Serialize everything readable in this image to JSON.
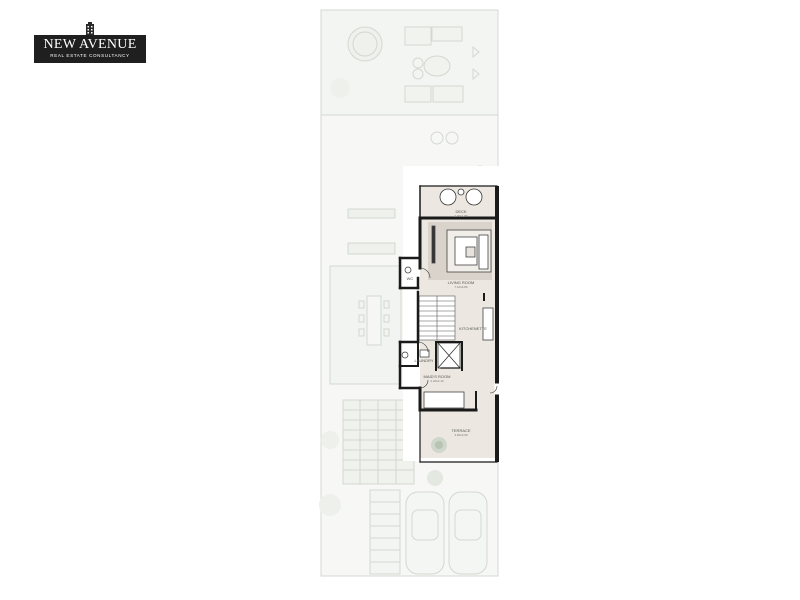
{
  "logo": {
    "title": "NEW AVENUE",
    "subtitle": "REAL ESTATE CONSULTANCY"
  },
  "rooms": {
    "living_room": {
      "label": "LIVING ROOM",
      "area": "7.10x6.80"
    },
    "kitchenette": {
      "label": "KITCHENETTE"
    },
    "maids_room": {
      "label": "MAID'S ROOM",
      "area": "2.40x2.10"
    },
    "terrace": {
      "label": "TERRACE",
      "area": "3.90x3.60"
    },
    "deck": {
      "label": "DECK",
      "area": "2.90x1.80"
    },
    "wc": {
      "label": "WC"
    },
    "laundry": {
      "label": "LAUNDRY"
    }
  },
  "colors": {
    "wall": "#1a1a1a",
    "floor": "#ece8e1",
    "living_floor": "#d9d3cb",
    "faded_area": "#eef0ec",
    "faded_line": "#d3d8d0"
  }
}
